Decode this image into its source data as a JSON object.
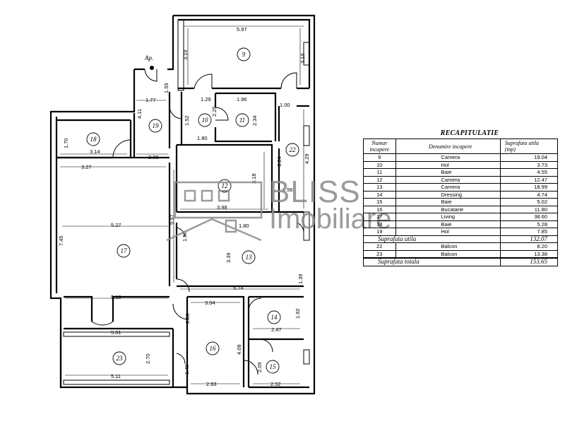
{
  "apartment_label": "Ap.",
  "rooms": {
    "r9": "9",
    "r10": "10",
    "r11": "11",
    "r12": "12",
    "r13": "13",
    "r14": "14",
    "r15": "15",
    "r16": "16",
    "r17": "17",
    "r18": "18",
    "r19": "19",
    "r22": "22",
    "r23": "23"
  },
  "dimensions": {
    "d597": "5.97",
    "d319a": "3.19",
    "d319b": "3.19",
    "d159": "1.59",
    "d177": "1.77",
    "d129": "1.29",
    "d196": "1.96",
    "d100": "1.00",
    "d411": "4.11",
    "d225": "2.25",
    "d234": "2.34",
    "d152": "1.52",
    "d180a": "1.80",
    "d170": "1.70",
    "d314": "3.14",
    "d200": "2.00",
    "d324": "3.24",
    "d429": "4.29",
    "d327": "3.27",
    "d318": "3.18",
    "d156": "1.56",
    "d398": "3.98",
    "d997": "9.97",
    "d527": "5.27",
    "d180b": "1.80",
    "d745": "7.45",
    "d150": "1.50",
    "d339": "3.39",
    "d574": "5.74",
    "d510": "5.10",
    "d139": "1.39",
    "d304": "3.04",
    "d206": "2.06",
    "d192": "1.92",
    "d501": "5.01",
    "d247": "2.47",
    "d270": "2.70",
    "d408": "4.08",
    "d209": "2.09",
    "d149": "1.49",
    "d511": "5.11",
    "d293": "2.93",
    "d252": "2.52"
  },
  "recap": {
    "title": "RECAPITULATIE",
    "headers": [
      "Numar incapere",
      "Denumire incapere",
      "Suprafata utila (mp)"
    ],
    "rows": [
      [
        "9",
        "Camera",
        "19.04"
      ],
      [
        "10",
        "Hol",
        "3.73"
      ],
      [
        "11",
        "Baie",
        "4.55"
      ],
      [
        "12",
        "Camera",
        "12.47"
      ],
      [
        "13",
        "Camera",
        "18.99"
      ],
      [
        "14",
        "Dressing",
        "4.74"
      ],
      [
        "15",
        "Baie",
        "5.02"
      ],
      [
        "16",
        "Bucatarie",
        "11.80"
      ],
      [
        "17",
        "Living",
        "38.60"
      ],
      [
        "18",
        "Baie",
        "5.28"
      ],
      [
        "19",
        "Hol",
        "7.85"
      ]
    ],
    "useful_label": "Suprafata utila",
    "useful_value": "132.07",
    "balcony_rows": [
      [
        "22",
        "Balcon",
        "8.20"
      ],
      [
        "23",
        "Balcon",
        "13.38"
      ]
    ],
    "total_label": "Suprafata totala",
    "total_value": "153.65"
  },
  "watermark": {
    "line1": "BLISS",
    "line2": "Imobiliare",
    "color": "#8a8a8a"
  }
}
